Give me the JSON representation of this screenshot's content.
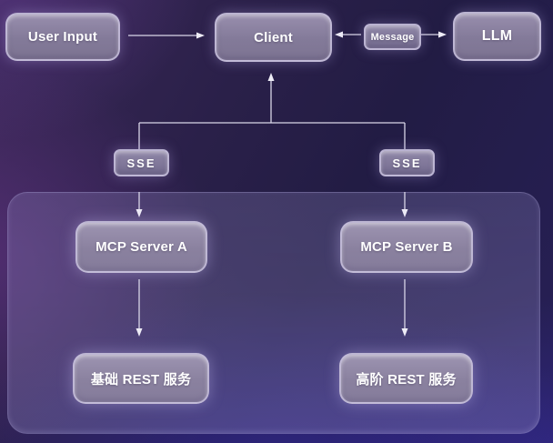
{
  "diagram": {
    "nodes": {
      "user_input": {
        "label": "User Input"
      },
      "client": {
        "label": "Client"
      },
      "message": {
        "label": "Message"
      },
      "llm": {
        "label": "LLM"
      },
      "sse_left": {
        "label": "SSE"
      },
      "sse_right": {
        "label": "SSE"
      },
      "mcp_server_a": {
        "label": "MCP Server A"
      },
      "mcp_server_b": {
        "label": "MCP Server B"
      },
      "rest_basic": {
        "label": "基础 REST 服务"
      },
      "rest_advanced": {
        "label": "高阶 REST 服务"
      }
    },
    "edges": [
      {
        "from": "user_input",
        "to": "client",
        "arrow": "forward"
      },
      {
        "from": "message",
        "to": "client",
        "arrow": "forward"
      },
      {
        "from": "message",
        "to": "llm",
        "arrow": "forward"
      },
      {
        "from": "sse_branch",
        "to": "client",
        "arrow": "forward"
      },
      {
        "from": "sse_branch",
        "to": "sse_left",
        "arrow": "none"
      },
      {
        "from": "sse_branch",
        "to": "sse_right",
        "arrow": "none"
      },
      {
        "from": "sse_left",
        "to": "mcp_server_a",
        "arrow": "forward"
      },
      {
        "from": "sse_right",
        "to": "mcp_server_b",
        "arrow": "forward"
      },
      {
        "from": "mcp_server_a",
        "to": "rest_basic",
        "arrow": "forward"
      },
      {
        "from": "mcp_server_b",
        "to": "rest_advanced",
        "arrow": "forward"
      }
    ],
    "colors": {
      "background_top_left": "#3a2856",
      "background_center": "#262050",
      "background_bottom_glow": "#3a2ebe",
      "panel_fill": "#474168",
      "node_fill": "#887e9d",
      "node_border": "#d0cae6",
      "arrow": "#d9d6e8",
      "text": "#ffffff"
    }
  }
}
